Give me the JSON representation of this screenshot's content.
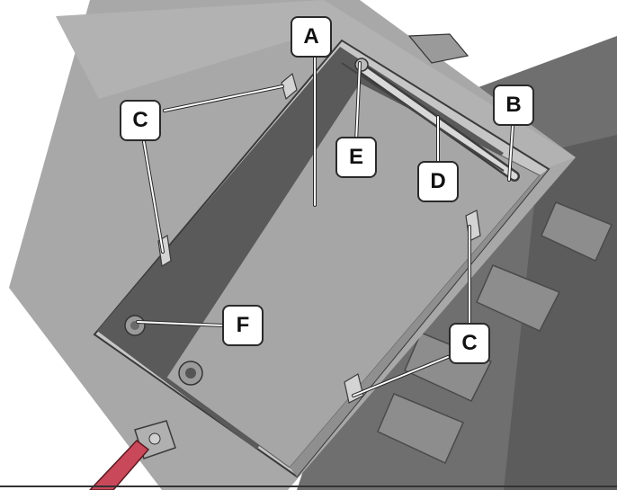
{
  "callouts": {
    "a": "A",
    "b": "B",
    "c_left": "C",
    "c_right": "C",
    "d": "D",
    "e": "E",
    "f": "F"
  }
}
